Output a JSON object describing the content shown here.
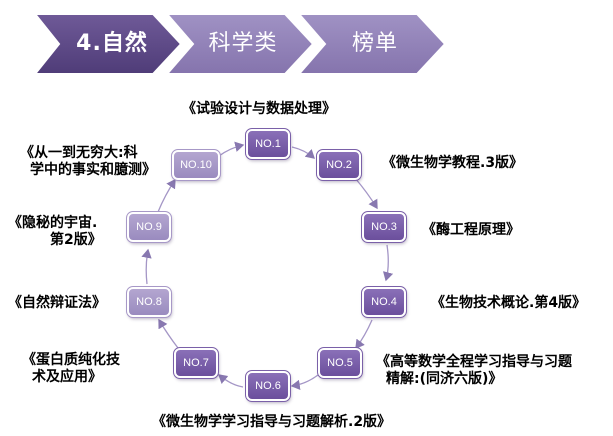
{
  "banner": {
    "items": [
      {
        "label": "4.自然"
      },
      {
        "label": "科学类"
      },
      {
        "label": "榜单"
      }
    ],
    "colors": {
      "first": "#5e4a86",
      "rest": "#8b7ab0"
    }
  },
  "ranking": [
    {
      "rank": "NO.1",
      "book": "《试验设计与数据处理》"
    },
    {
      "rank": "NO.2",
      "book": "《微生物学教程.3版》"
    },
    {
      "rank": "NO.3",
      "book": "《酶工程原理》"
    },
    {
      "rank": "NO.4",
      "book": "《生物技术概论.第4版》"
    },
    {
      "rank": "NO.5",
      "book_line1": "《高等数学全程学习指导与习题",
      "book_line2": "精解:(同济六版)》"
    },
    {
      "rank": "NO.6",
      "book": "《微生物学学习指导与习题解析.2版》"
    },
    {
      "rank": "NO.7",
      "book_line1": "《蛋白质纯化技",
      "book_line2": "术及应用》"
    },
    {
      "rank": "NO.8",
      "book": "《自然辩证法》"
    },
    {
      "rank": "NO.9",
      "book_line1": "《隐秘的宇宙.",
      "book_line2": "第2版》"
    },
    {
      "rank": "NO.10",
      "book_line1": "《从一到无穷大:科",
      "book_line2": "学中的事实和臆测》"
    }
  ]
}
